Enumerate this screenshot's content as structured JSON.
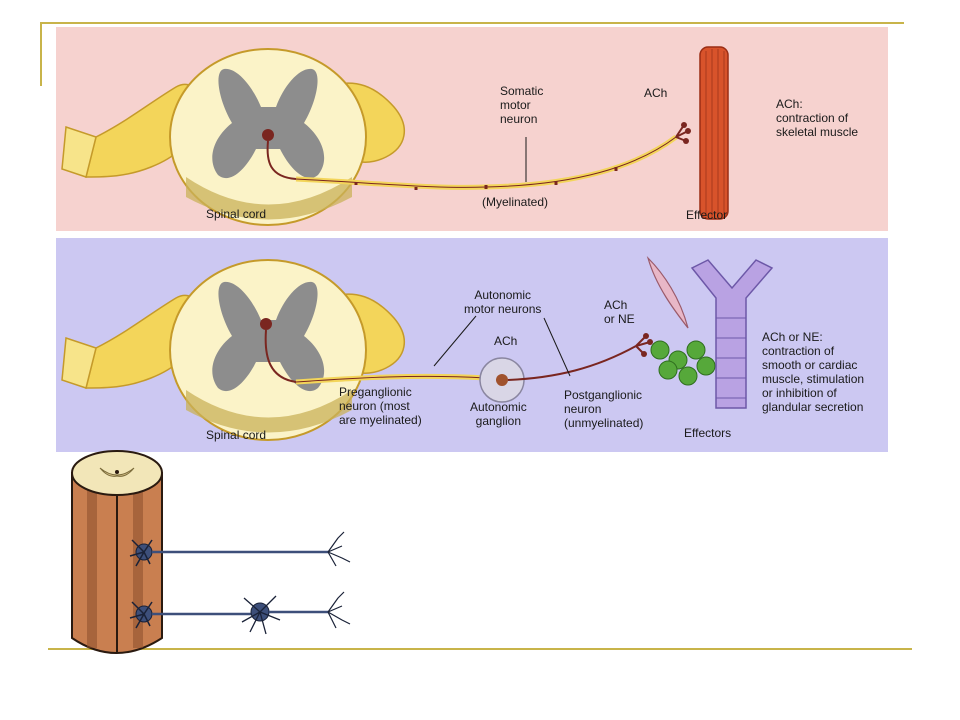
{
  "panel_somatic": {
    "spinal_cord_label": "Spinal cord",
    "neuron_label": "Somatic\nmotor\nneuron",
    "myelin_label": "(Myelinated)",
    "ach_label": "ACh",
    "effector_label": "Effector",
    "effect_text": "ACh:\ncontraction of\nskeletal muscle"
  },
  "panel_autonomic": {
    "spinal_cord_label": "Spinal cord",
    "neurons_label": "Autonomic\nmotor neurons",
    "ganglion_ach_label": "ACh",
    "terminal_label": "ACh\nor NE",
    "preganglionic_label": "Preganglionic\nneuron (most\nare myelinated)",
    "ganglion_label": "Autonomic\nganglion",
    "postganglionic_label": "Postganglionic\nneuron\n(unmyelinated)",
    "effectors_label": "Effectors",
    "effect_text": "ACh or NE:\ncontraction of\nsmooth or cardiac\nmuscle, stimulation\nor inhibition of\nglandular secretion"
  },
  "colors": {
    "frame": "#c8b44a",
    "somatic_bg": "#f6d2cf",
    "autonomic_bg": "#ccc8f2",
    "nerve": "#f3d55a",
    "white_matter": "#fbf3c8",
    "gray_matter": "#8d8d8d",
    "neuron": "#7a2620",
    "muscle": "#d8532b",
    "vessel": "#b9a2e3",
    "gland": "#56a83a",
    "cord_column": "#c97f50"
  }
}
